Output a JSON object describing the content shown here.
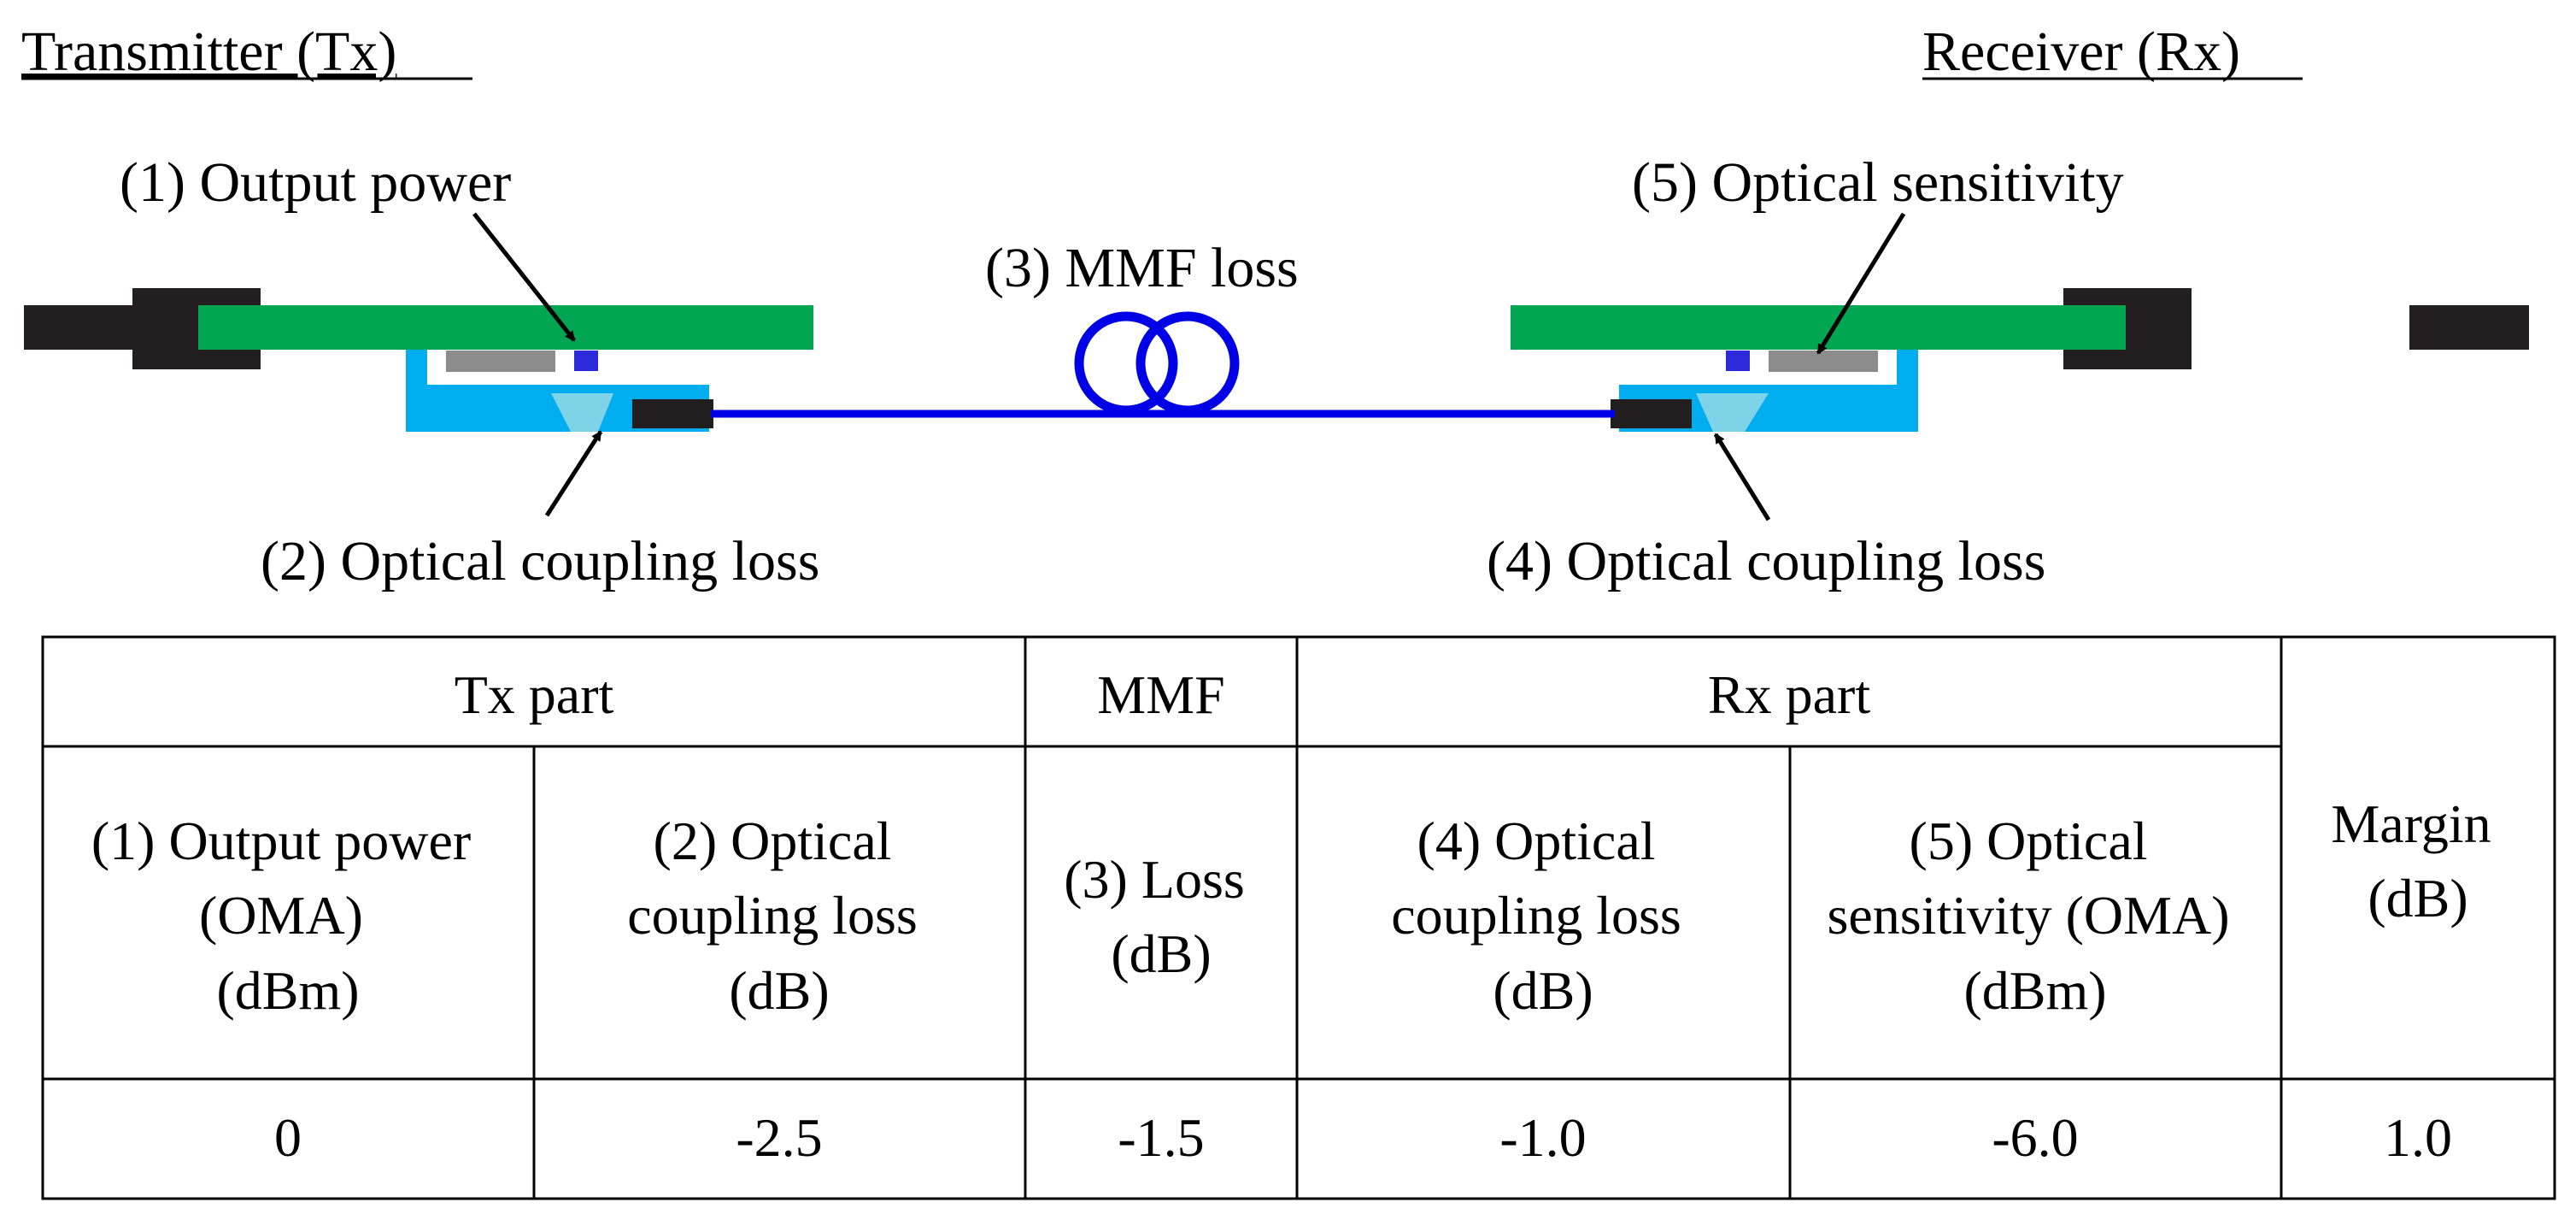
{
  "titles": {
    "transmitter": "Transmitter (Tx)",
    "receiver": "Receiver (Rx)"
  },
  "labels": {
    "output_power": "(1) Output power",
    "tx_coupling_loss": "(2) Optical coupling loss",
    "mmf_loss": "(3) MMF loss",
    "rx_coupling_loss": "(4) Optical coupling loss",
    "optical_sensitivity": "(5) Optical sensitivity"
  },
  "table": {
    "groups": {
      "tx_part": "Tx part",
      "mmf": "MMF",
      "rx_part": "Rx part"
    },
    "columns": {
      "col1": [
        "(1) Output power",
        "(OMA)",
        "(dBm)"
      ],
      "col2": [
        "(2) Optical",
        "coupling loss",
        "(dB)"
      ],
      "col3": [
        "(3) Loss",
        "(dB)"
      ],
      "col4": [
        "(4) Optical",
        "coupling loss",
        "(dB)"
      ],
      "col5": [
        "(5) Optical",
        "sensitivity (OMA)",
        "(dBm)"
      ],
      "margin": [
        "Margin",
        "(dB)"
      ]
    },
    "values": [
      "0",
      "-2.5",
      "-1.5",
      "-1.0",
      "-6.0",
      "1.0"
    ]
  },
  "colors": {
    "board_green": "#00a651",
    "package_blue": "#00aeef",
    "lens_light_blue": "#7fd3e8",
    "fiber_blue": "#0000e6",
    "chip_blue": "#2b2bdc",
    "chip_gray": "#8c8c8c",
    "connector_black": "#231f20"
  }
}
